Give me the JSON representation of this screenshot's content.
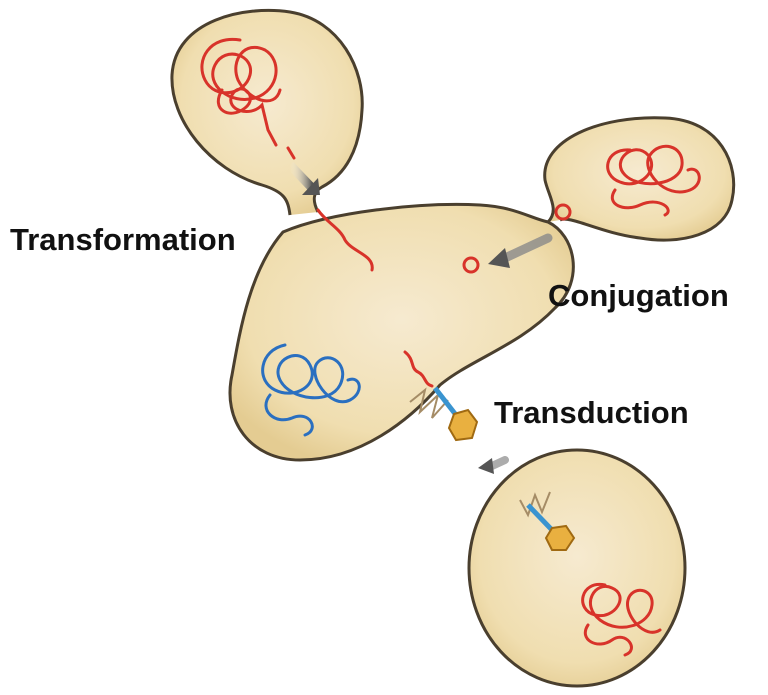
{
  "labels": {
    "transformation": "Transformation",
    "conjugation": "Conjugation",
    "transduction": "Transduction"
  },
  "colors": {
    "cell_fill": "#f2e2b5",
    "cell_stroke": "#4a3f2e",
    "donor_dna": "#d8332a",
    "recipient_dna": "#2a6fc0",
    "phage_head": "#e9b040",
    "phage_tail": "#3a94d0",
    "arrow": "#555555"
  }
}
